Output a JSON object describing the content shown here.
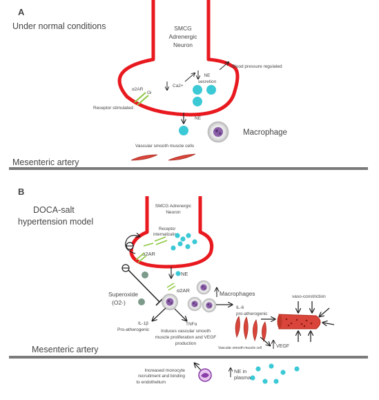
{
  "panel_a": {
    "letter": "A",
    "condition": "Under normal conditions",
    "neuron": [
      "SMCG",
      "Adrenergic",
      "Neuron"
    ],
    "receptor": "α2AR",
    "gi": "Gi",
    "ca": "Ca2+",
    "ne_secretion": [
      "NE",
      "secretion"
    ],
    "bp": "Blood pressure regulated",
    "receptor_stimulated": "Receptor stimulated",
    "ne": "NE",
    "macrophage": "Macrophage",
    "vsmc": "Vascular smooth muscle cells",
    "artery": "Mesenteric artery"
  },
  "panel_b": {
    "letter": "B",
    "model": [
      "DOCA-salt",
      "hypertension model"
    ],
    "neuron": [
      "SMCG Adrenergic",
      "Neuron"
    ],
    "internalization": [
      "Receptor",
      "internalization"
    ],
    "a2ar_top": "α2AR",
    "ne": "NE",
    "a2ar_mid": "α2AR",
    "macrophages": "Macrophages",
    "superoxide": [
      "Superoxide",
      "(O2-)"
    ],
    "il1": [
      "IL-1β",
      "Pro-atherogenic"
    ],
    "tnf": "TNFα",
    "tnf_effect": [
      "Induces vascular smooth",
      "muscle proliferation and VEGF",
      "production"
    ],
    "il6": [
      "IL-6",
      "pro-atherogenic"
    ],
    "vasoconstriction": "vaso-constriction",
    "vsmc": "Vascular smooth muscle cell",
    "vegf": "VEGF",
    "artery": "Mesenteric artery",
    "monocyte": [
      "Increased monocyte",
      "recruitment and binding",
      "to endothelium"
    ],
    "ne_plasma": [
      "NE in",
      "plasma"
    ]
  },
  "colors": {
    "neuron": "#e8191f",
    "ne": "#3cc9d6",
    "receptor": "#8cc63f",
    "macrophage": "#8b5fa8",
    "vessel": "#d9453a",
    "artery_line": "#7a7a7a"
  }
}
